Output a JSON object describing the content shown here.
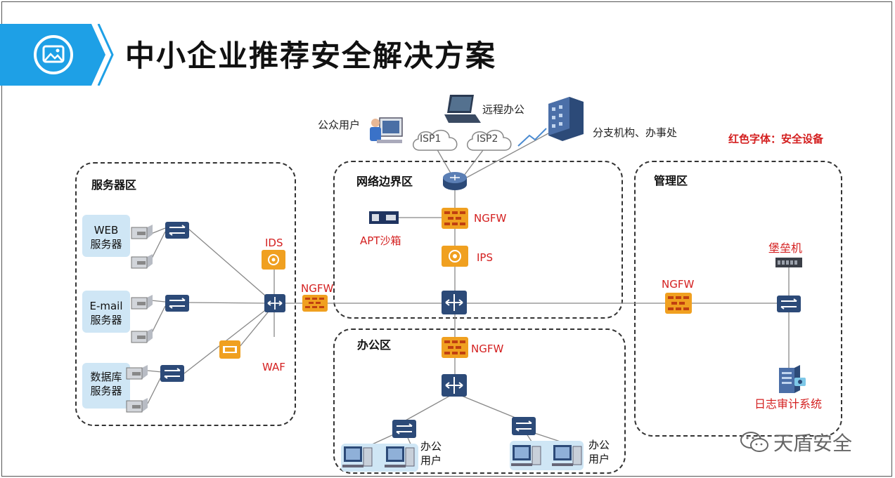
{
  "title": "中小企业推荐安全解决方案",
  "colors": {
    "accent": "#1ea0e6",
    "security_red": "#d42020",
    "device_orange": "#f0a020",
    "device_blue": "#2c4a78"
  },
  "legend_note": "红色字体：安全设备",
  "internet": {
    "public_user": "公众用户",
    "remote_office": "远程办公",
    "branch": "分支机构、办事处",
    "isp1": "ISP1",
    "isp2": "ISP2"
  },
  "zones": {
    "server": {
      "label": "服务器区",
      "web_server": [
        "WEB",
        "服务器"
      ],
      "email_server": [
        "E-mail",
        "服务器"
      ],
      "db_server": [
        "数据库",
        "服务器"
      ],
      "ids": "IDS",
      "waf": "WAF",
      "ngfw": "NGFW"
    },
    "edge": {
      "label": "网络边界区",
      "apt": "APT沙箱",
      "ngfw": "NGFW",
      "ips": "IPS"
    },
    "office": {
      "label": "办公区",
      "ngfw": "NGFW",
      "user1": [
        "办公",
        "用户"
      ],
      "user2": [
        "办公",
        "用户"
      ]
    },
    "mgmt": {
      "label": "管理区",
      "bastion": "堡垒机",
      "ngfw": "NGFW",
      "log_audit": "日志审计系统"
    }
  },
  "watermark": "天盾安全",
  "icons": [
    "image-icon",
    "router-icon",
    "switch-icon",
    "firewall-icon",
    "ids-icon",
    "ips-icon",
    "waf-icon",
    "server-icon",
    "pc-icon",
    "laptop-icon",
    "building-icon",
    "cloud-icon",
    "bastion-icon",
    "log-audit-icon",
    "apt-sandbox-icon",
    "wechat-icon"
  ]
}
